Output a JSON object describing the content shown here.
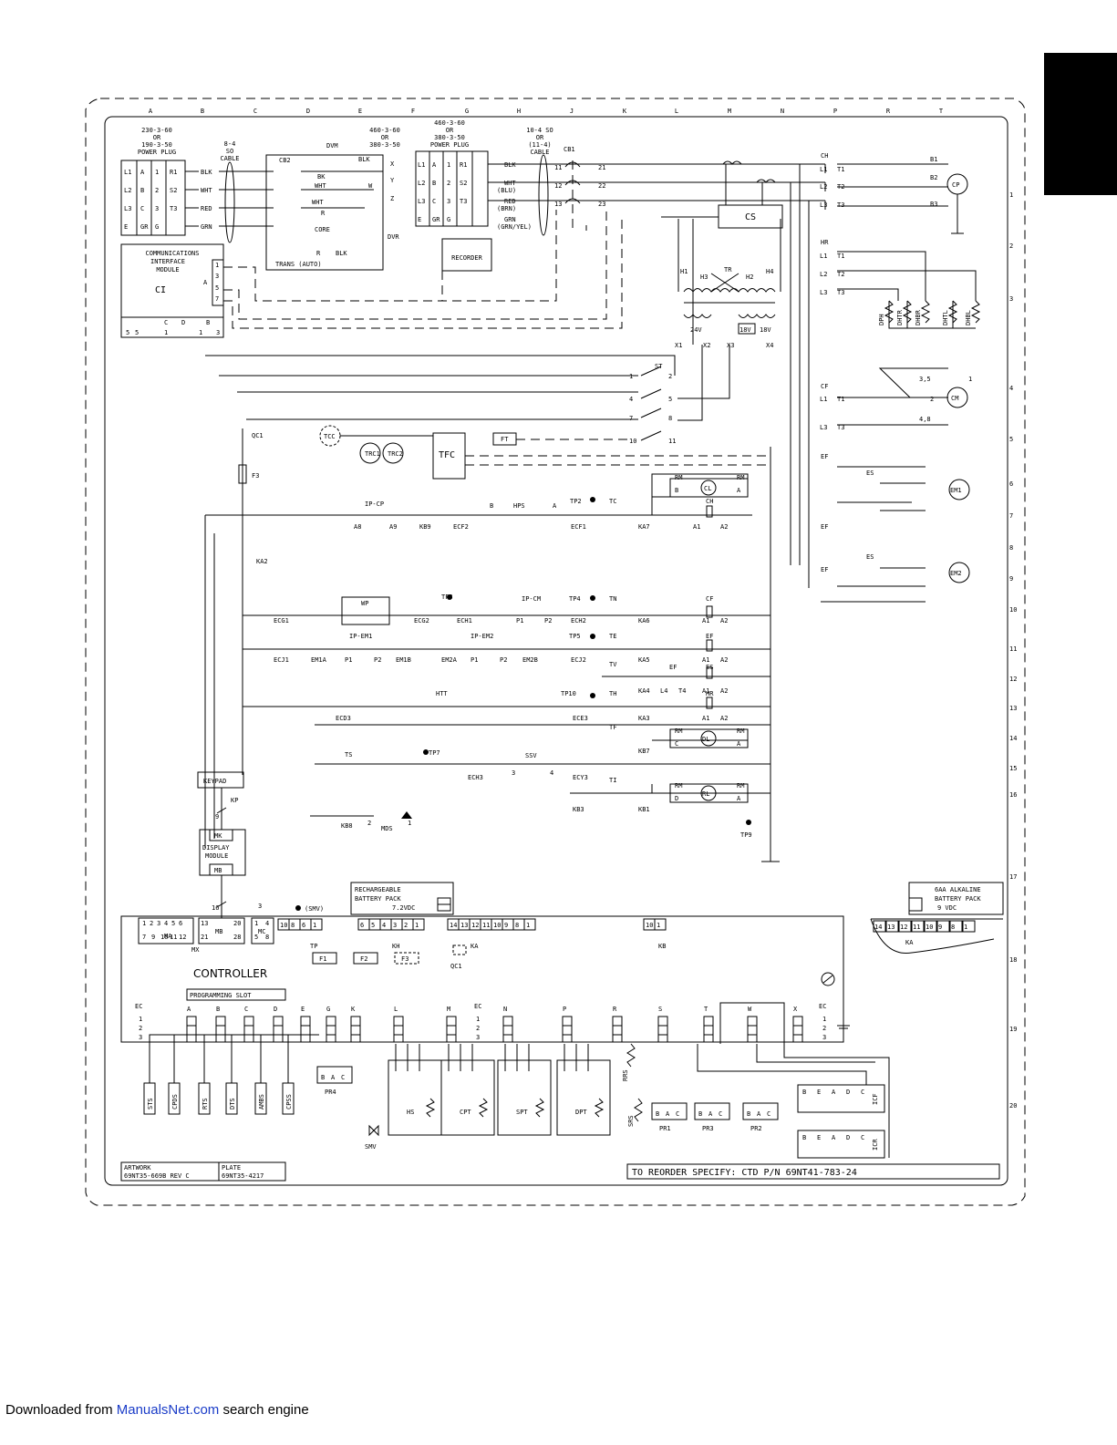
{
  "col_letters": [
    "A",
    "B",
    "C",
    "D",
    "E",
    "F",
    "G",
    "H",
    "J",
    "K",
    "L",
    "M",
    "N",
    "P",
    "R",
    "T"
  ],
  "row_numbers": [
    "1",
    "2",
    "3",
    "4",
    "5",
    "6",
    "7",
    "8",
    "9",
    "10",
    "11",
    "12",
    "13",
    "14",
    "15",
    "16",
    "17",
    "18",
    "19",
    "20"
  ],
  "plug_230": {
    "lines": [
      "230-3-60",
      "OR",
      "190-3-50",
      "POWER PLUG"
    ],
    "rows": [
      [
        "L1",
        "A",
        "1",
        "R1",
        "BLK"
      ],
      [
        "L2",
        "B",
        "2",
        "S2",
        "WHT"
      ],
      [
        "L3",
        "C",
        "3",
        "T3",
        "RED"
      ],
      [
        "E",
        "GR",
        "G",
        "",
        "GRN"
      ]
    ]
  },
  "cable_84": [
    "8-4",
    "SO",
    "CABLE"
  ],
  "dvm": {
    "title": "DVM",
    "labels": [
      "CB2",
      "BLK",
      "BK",
      "WHT",
      "WHT",
      "W",
      "R",
      "CORE",
      "BLK",
      "R",
      "TRANS (AUTO)",
      "DVR"
    ],
    "terms": [
      "X",
      "Y",
      "Z"
    ]
  },
  "plug_460": {
    "lines": [
      "460-3-60",
      "OR",
      "380-3-50",
      "POWER PLUG"
    ],
    "rows": [
      [
        "L1",
        "A",
        "1",
        "R1",
        "BLK"
      ],
      [
        "L2",
        "B",
        "2",
        "S2",
        "WHT",
        "(BLU)"
      ],
      [
        "L3",
        "C",
        "3",
        "T3",
        "RED",
        "(BRN)"
      ],
      [
        "E",
        "GR",
        "G",
        "",
        "GRN",
        "(GRN/YEL)"
      ]
    ]
  },
  "dvm_top_label": [
    "460-3-60",
    "OR",
    "380-3-50"
  ],
  "cable_104": [
    "10-4 SO",
    "OR",
    "(11-4)",
    "CABLE"
  ],
  "cb1": {
    "label": "CB1",
    "terms": [
      "11",
      "21",
      "12",
      "22",
      "13",
      "23"
    ]
  },
  "ci": {
    "lines": [
      "COMMUNICATIONS",
      "INTERFACE",
      "MODULE"
    ],
    "tag": "CI",
    "terms": [
      "1",
      "3",
      "5",
      "7"
    ],
    "side": "A",
    "bottom": [
      "5",
      "5",
      "1",
      "1",
      "3"
    ],
    "bottom_hdr": [
      "C",
      "D",
      "B"
    ]
  },
  "recorder": "RECORDER",
  "cs": "CS",
  "contactors": {
    "ch": "CH",
    "hr": "HR",
    "cf": "CF",
    "ef": "EF",
    "es": "ES"
  },
  "tr": {
    "label": "TR",
    "terms": [
      "H1",
      "H3",
      "H2",
      "H4"
    ],
    "sec": [
      "24V",
      "18V",
      "18V"
    ],
    "x": [
      "X1",
      "X2",
      "X3",
      "X4"
    ]
  },
  "heaters": [
    "DPH",
    "DHTR",
    "DHBR",
    "DHTL",
    "DHBL"
  ],
  "motors": {
    "cp": "CP",
    "cm": "CM",
    "em1": "EM1",
    "em2": "EM2",
    "cp_terms": [
      "B1",
      "B2",
      "B3"
    ],
    "cm_terms": [
      "3,5",
      "2",
      "4,8",
      "1"
    ]
  },
  "st": {
    "label": "ST",
    "terms": [
      "1",
      "2",
      "4",
      "5",
      "7",
      "8",
      "10",
      "11"
    ]
  },
  "tcc": [
    "TCC",
    "TRC1",
    "TRC2",
    "TFC",
    "FT"
  ],
  "qc1": "QC1",
  "f3": "F3",
  "ladder": [
    {
      "row": "7",
      "items": [
        "IP-CP",
        "A8",
        "A9",
        "KB9",
        "ECF2",
        "B",
        "HPS",
        "A",
        "TP2",
        "ECF1",
        "TC",
        "KA7",
        "CH",
        "A1",
        "A2"
      ]
    },
    {
      "row": "10",
      "items": [
        "WP",
        "TP3",
        "IP-CM",
        "P1",
        "P2",
        "ECG1",
        "ECG2",
        "ECH1",
        "TP4",
        "ECH2",
        "TN",
        "KA6",
        "CF",
        "A1",
        "A2"
      ]
    },
    {
      "row": "11",
      "items": [
        "IP-EM1",
        "P1",
        "P2",
        "ECJ1",
        "EM1A",
        "EM1B",
        "EM2A",
        "IP-EM2",
        "P1",
        "P2",
        "EM2B",
        "TP5",
        "ECJ2",
        "TE",
        "KA5",
        "EF",
        "A1",
        "A2"
      ]
    },
    {
      "row": "12",
      "items": [
        "TV",
        "KA4",
        "EF",
        "L4",
        "T4",
        "ES",
        "A1",
        "A2"
      ]
    },
    {
      "row": "13",
      "items": [
        "HTT",
        "ECD3",
        "TP10",
        "ECE3",
        "TH",
        "KA3",
        "HR",
        "A1",
        "A2"
      ]
    },
    {
      "row": "14",
      "items": [
        "TF",
        "KB7",
        "RM",
        "C",
        "DL",
        "RM",
        "A"
      ]
    },
    {
      "row": "15",
      "items": [
        "TS",
        "TP7",
        "SSV",
        "3",
        "4",
        "ECH3",
        "ECY3"
      ]
    },
    {
      "row": "16",
      "items": [
        "TI",
        "KB3",
        "KB1",
        "RM",
        "D",
        "RL",
        "RM",
        "A",
        "KB8",
        "2",
        "MDS",
        "1",
        "TP9"
      ]
    },
    {
      "row": "6",
      "items": [
        "RM",
        "B",
        "CL",
        "RM",
        "A"
      ]
    }
  ],
  "ka2": "KA2",
  "keypad": "KEYPAD",
  "kp": "KP",
  "display": {
    "mk": "MK",
    "lines": [
      "DISPLAY",
      "MODULE"
    ],
    "mb": "MB"
  },
  "battery": {
    "lines": [
      "RECHARGEABLE",
      "BATTERY PACK",
      "7.2VDC"
    ]
  },
  "alk": {
    "lines": [
      "6AA ALKALINE",
      "BATTERY PACK",
      "9 VDC"
    ],
    "terms": [
      "14",
      "13",
      "12",
      "11",
      "10",
      "9",
      "8",
      "1"
    ],
    "tag": "KA"
  },
  "controller": {
    "label": "CONTROLLER",
    "slot": "PROGRAMMING SLOT",
    "ma": {
      "top": [
        "1",
        "2",
        "3",
        "4",
        "5",
        "6"
      ],
      "bot": [
        "7",
        "9",
        "10",
        "11",
        "12"
      ],
      "tag": "MA",
      "mx": "MX"
    },
    "mb": {
      "top": [
        "13",
        "20"
      ],
      "bot": [
        "21",
        "28"
      ],
      "tag": "MB"
    },
    "mc": {
      "top": [
        "1",
        "4"
      ],
      "bot": [
        "5",
        "8"
      ],
      "tag": "MC"
    },
    "tp": {
      "terms": [
        "10",
        "8",
        "6",
        "1"
      ],
      "tag": "TP",
      "smv": "(SMV)"
    },
    "kh": {
      "terms": [
        "6",
        "5",
        "4",
        "3",
        "2",
        "1"
      ],
      "tag": "KH"
    },
    "ka": {
      "terms": [
        "14",
        "13",
        "12",
        "11",
        "10",
        "9",
        "8",
        "1"
      ],
      "tag": "KA"
    },
    "kb": {
      "terms": [
        "10",
        "1"
      ],
      "tag": "KB"
    },
    "fuses": [
      "F1",
      "F2",
      "F3",
      "QC1"
    ],
    "wire_counts": [
      "16",
      "3",
      "9"
    ]
  },
  "ec": {
    "tag": "EC",
    "cols": [
      "A",
      "B",
      "C",
      "D",
      "E",
      "G",
      "K",
      "L",
      "M",
      "N",
      "P",
      "R",
      "S",
      "T",
      "W",
      "X"
    ],
    "nums": [
      "1",
      "2",
      "3"
    ]
  },
  "sensors": [
    "STS",
    "CPDS",
    "RTS",
    "DTS",
    "AMBS",
    "CPSS"
  ],
  "transducers": [
    "HS",
    "CPT",
    "SPT",
    "DPT"
  ],
  "pr": [
    "PR1",
    "PR2",
    "PR3",
    "PR4"
  ],
  "rrs": [
    "RRS",
    "SRS"
  ],
  "smv": "SMV",
  "icf": "ICF",
  "icr": "ICR",
  "pr_terms": [
    "B",
    "A",
    "C"
  ],
  "icf_terms": [
    "B",
    "E",
    "A",
    "D",
    "C"
  ],
  "title": {
    "artwork": "ARTWORK",
    "artwork_no": "69NT35-669B REV C",
    "plate": "PLATE",
    "plate_no": "69NT35-4217",
    "reorder": "TO REORDER SPECIFY: CTD P/N 69NT41-783-24"
  },
  "footer": {
    "pre": "Downloaded from ",
    "link": "ManualsNet.com",
    "post": " search engine"
  }
}
